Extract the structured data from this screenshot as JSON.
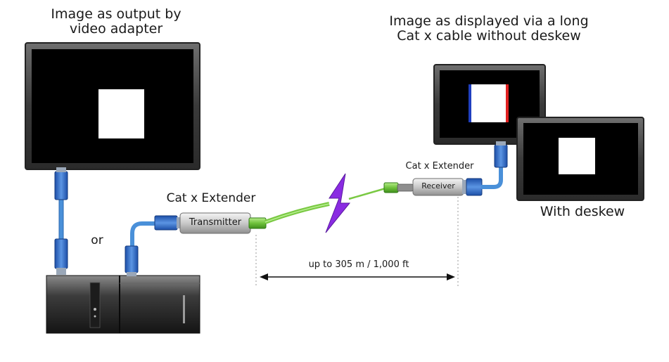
{
  "labels": {
    "source_caption_line1": "Image as output by",
    "source_caption_line2": "video adapter",
    "skew_caption_line1": "Image as displayed via a long",
    "skew_caption_line2": "Cat x cable without deskew",
    "deskew_caption": "With deskew",
    "transmitter_extender_label": "Cat x Extender",
    "transmitter_box": "Transmitter",
    "receiver_extender_label": "Cat x Extender",
    "receiver_box": "Receiver",
    "or_label": "or",
    "distance_label": "up to 305 m / 1,000 ft"
  },
  "colors": {
    "cable_blue": "#4a90d9",
    "vga_connector": "#2f5fb8",
    "cat_cable_green": "#7ac943",
    "lightning": "#8a2be2",
    "skew_red": "#e02020",
    "skew_blue": "#1f3fbf"
  },
  "icons": {
    "source_monitor": "monitor-icon",
    "skewed_monitor": "monitor-icon",
    "deskewed_monitor": "monitor-icon",
    "computer": "server-icon",
    "interference": "lightning-bolt-icon"
  }
}
